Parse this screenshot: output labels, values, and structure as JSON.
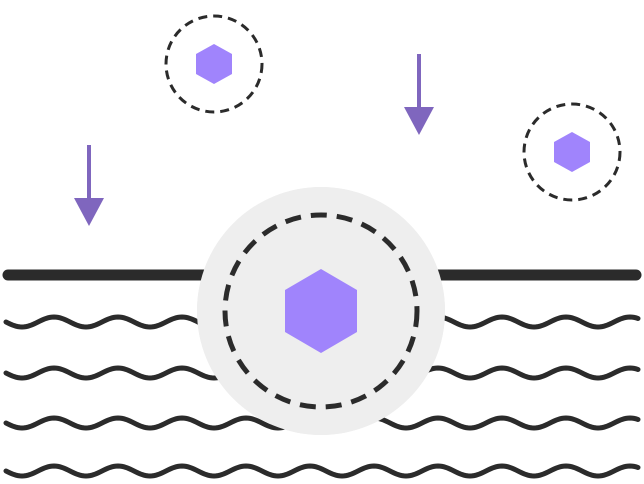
{
  "colors": {
    "background": "#ffffff",
    "ink": "#2b2b2b",
    "accent": "#a084fc",
    "arrow": "#7f66be",
    "halo": "#eeeeee"
  },
  "icons": {
    "particle": "hexagon-icon",
    "ring": "dashed-ring",
    "arrow": "arrow-down-icon",
    "surface": "surface-line",
    "waves": "wave-lines"
  }
}
